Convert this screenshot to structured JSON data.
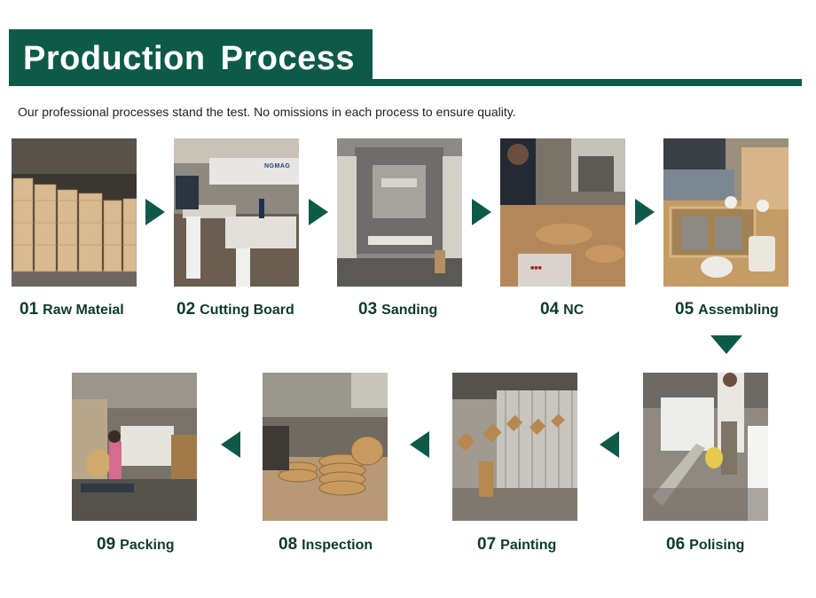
{
  "header": {
    "title": "Production Process",
    "subtitle": "Our professional processes stand the test. No omissions in each process to ensure quality."
  },
  "colors": {
    "brand_green": "#0e5a49",
    "caption_text": "#0e3a2f"
  },
  "steps": [
    {
      "number": "01",
      "name": "Raw Mateial"
    },
    {
      "number": "02",
      "name": "Cutting Board"
    },
    {
      "number": "03",
      "name": "Sanding"
    },
    {
      "number": "04",
      "name": "NC"
    },
    {
      "number": "05",
      "name": "Assembling"
    },
    {
      "number": "06",
      "name": "Polising"
    },
    {
      "number": "07",
      "name": "Painting"
    },
    {
      "number": "08",
      "name": "Inspection"
    },
    {
      "number": "09",
      "name": "Packing"
    }
  ],
  "photo_labels": {
    "cutting_machine_brand": "NGMAG"
  },
  "icons": {
    "flow_arrow_right": "triangle-right-icon",
    "flow_arrow_down": "triangle-down-icon",
    "flow_arrow_left": "triangle-left-icon"
  }
}
